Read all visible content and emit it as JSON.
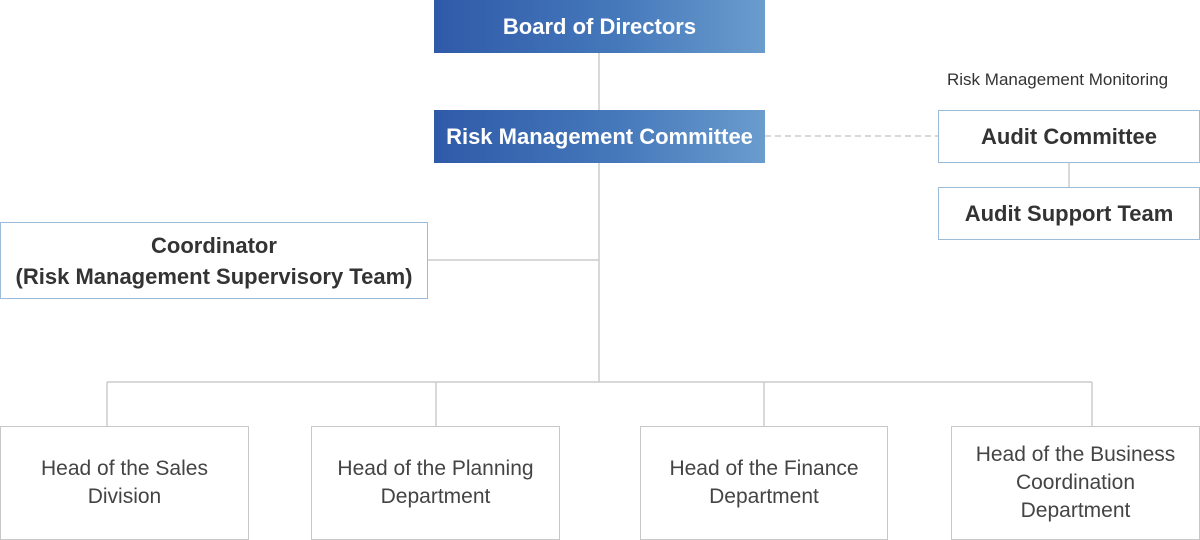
{
  "board": {
    "label": "Board of Directors"
  },
  "committee": {
    "label": "Risk Management Committee"
  },
  "monitoring": {
    "label": "Risk Management Monitoring"
  },
  "audit_committee": {
    "label": "Audit Committee"
  },
  "audit_support": {
    "label": "Audit Support Team"
  },
  "coordinator": {
    "line1": "Coordinator",
    "line2": "(Risk Management Supervisory Team)"
  },
  "heads": [
    {
      "lines": [
        "Head of the Sales",
        "Division"
      ]
    },
    {
      "lines": [
        "Head of the Planning",
        "Department"
      ]
    },
    {
      "lines": [
        "Head of the Finance",
        "Department"
      ]
    },
    {
      "lines": [
        "Head of the Business",
        "Coordination",
        "Department"
      ]
    }
  ],
  "colors": {
    "primary_fill_start": "#2f5aa8",
    "primary_fill_end": "#6a9ccd",
    "outline_blue": "#9bbbd9",
    "outline_gray": "#c8c8c8",
    "connector": "#cccccc"
  }
}
